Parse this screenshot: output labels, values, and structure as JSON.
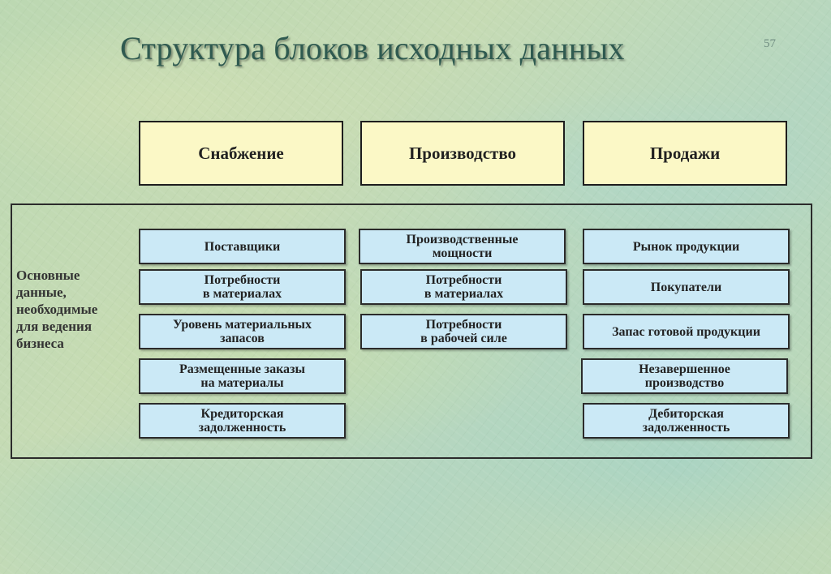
{
  "title": "Структура блоков исходных данных",
  "page_number": "57",
  "headers": [
    "Снабжение",
    "Производство",
    "Продажи"
  ],
  "side_label": "Основные\nданные,\nнеобходимые\nдля ведения\nбизнеса",
  "columns": [
    [
      "Поставщики",
      "Потребности\nв материалах",
      "Уровень материальных\nзапасов",
      "Размещенные заказы\nна материалы",
      "Кредиторская\nзадолженность"
    ],
    [
      "Производственные\nмощности",
      "Потребности\nв материалах",
      "Потребности\nв рабочей силе"
    ],
    [
      "Рынок продукции",
      "Покупатели",
      "Запас готовой продукции",
      "Незавершенное\nпроизводство",
      "Дебиторская\nзадолженность"
    ]
  ]
}
